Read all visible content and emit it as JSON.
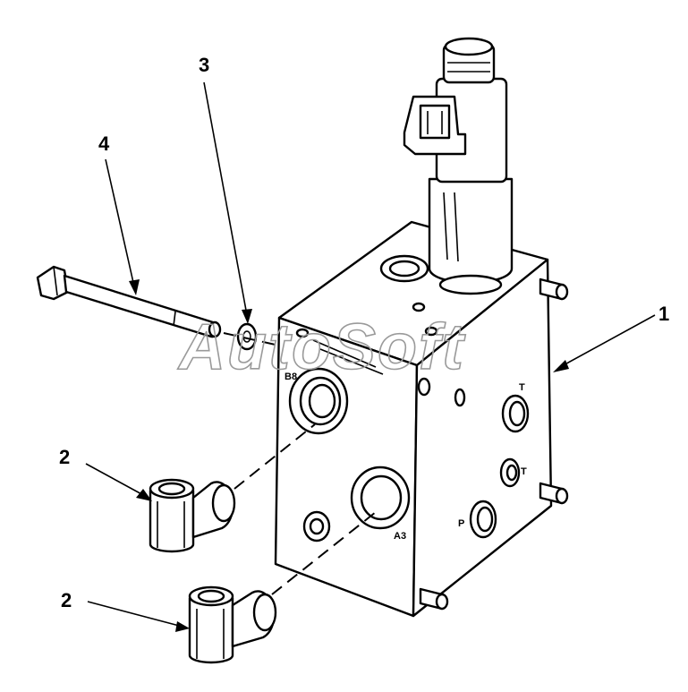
{
  "callouts": {
    "c1": "1",
    "c2a": "2",
    "c2b": "2",
    "c3": "3",
    "c4": "4"
  },
  "ports": {
    "b": "B8",
    "a": "A3",
    "t": "T",
    "p": "P",
    "side": "T"
  },
  "watermark": "AutoSoft",
  "colors": {
    "line": "#000000",
    "background": "#ffffff",
    "watermark": "#9a9a9a"
  }
}
